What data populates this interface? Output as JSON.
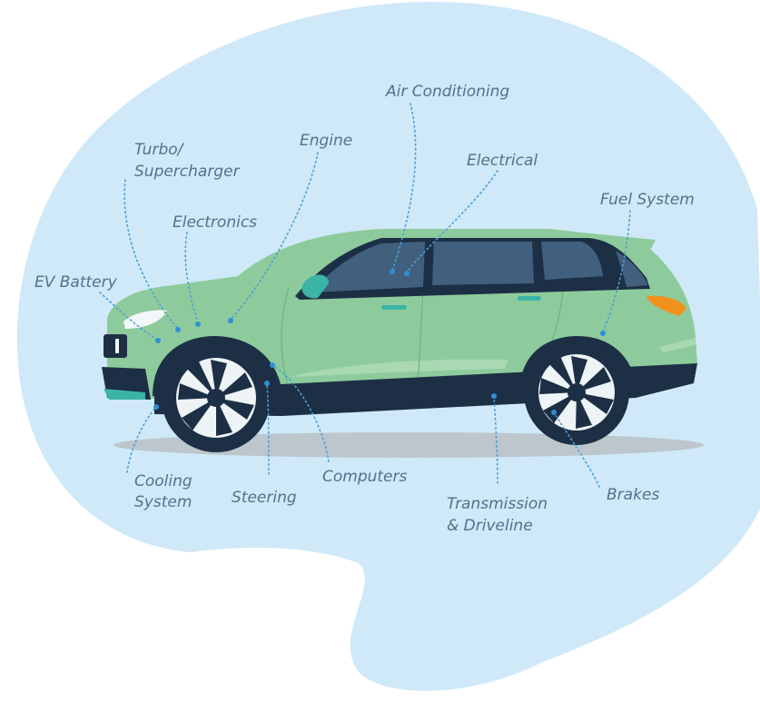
{
  "colors": {
    "background_blob": "#cfe9f8",
    "car_body": "#8ecb9c",
    "car_highlight": "#a9d8b2",
    "car_trim": "#1d2f45",
    "window": "#40607e",
    "tire": "#1d2f45",
    "rim": "#eef3f6",
    "shadow": "#bcc6cc",
    "mirror": "#3bb4a6",
    "taillight": "#f0911e",
    "label_text": "#55708c",
    "leader_line": "#4a9fd8",
    "dot": "#2f8fd4"
  },
  "labels": {
    "air_conditioning": "Air Conditioning",
    "engine": "Engine",
    "turbo_line1": "Turbo/",
    "turbo_line2": "Supercharger",
    "electrical": "Electrical",
    "fuel_system": "Fuel System",
    "electronics": "Electronics",
    "ev_battery": "EV Battery",
    "cooling_line1": "Cooling",
    "cooling_line2": "System",
    "steering": "Steering",
    "computers": "Computers",
    "transmission_line1": "Transmission",
    "transmission_line2": "& Driveline",
    "brakes": "Brakes"
  }
}
